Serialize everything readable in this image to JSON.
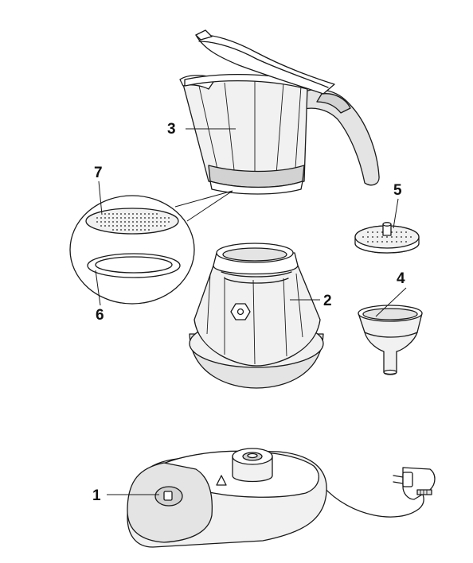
{
  "callouts": [
    {
      "id": "1",
      "label": "1"
    },
    {
      "id": "2",
      "label": "2"
    },
    {
      "id": "3",
      "label": "3"
    },
    {
      "id": "4",
      "label": "4"
    },
    {
      "id": "5",
      "label": "5"
    },
    {
      "id": "6",
      "label": "6"
    },
    {
      "id": "7",
      "label": "7"
    }
  ],
  "colors": {
    "stroke": "#1a1a1a",
    "shade_light": "#f1f1f1",
    "shade_mid": "#e4e4e4",
    "shade_dark": "#d2d2d2"
  }
}
